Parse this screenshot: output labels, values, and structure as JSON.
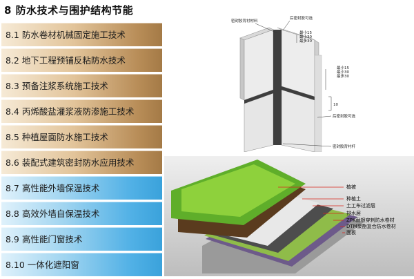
{
  "slide_title": "8 防水技术与围护结构节能",
  "menu": [
    {
      "label": "8.1 防水卷材机械固定施工技术",
      "tone": "gold"
    },
    {
      "label": "8.2 地下工程预铺反粘防水技术",
      "tone": "gold"
    },
    {
      "label": "8.3 预备注浆系统施工技术",
      "tone": "gold"
    },
    {
      "label": "8.4 丙烯酸盐灌浆液防渗施工技术",
      "tone": "gold"
    },
    {
      "label": "8.5 种植屋面防水施工技术",
      "tone": "gold"
    },
    {
      "label": "8.6 装配式建筑密封防水应用技术",
      "tone": "gold"
    },
    {
      "label": "8.7 高性能外墙保温技术",
      "tone": "blue"
    },
    {
      "label": "8.8 高效外墙自保温技术",
      "tone": "blue"
    },
    {
      "label": "8.9 高性能门窗技术",
      "tone": "blue"
    },
    {
      "label": "8.10 一体化遮阳窗",
      "tone": "blue"
    }
  ],
  "joint_diagram": {
    "label_sealant": "密封胶背衬材料",
    "label_back_top": "后密封胶可选",
    "label_back_mid": "后密封胶可选",
    "label_rod": "密封胶背衬杆",
    "dim_top_1": "最小15",
    "dim_top_2": "最小30",
    "dim_top_3": "最多30",
    "dim_side_1": "最小15",
    "dim_side_2": "最小30",
    "dim_side_3": "最多30",
    "dim_small": "10"
  },
  "roof_diagram": {
    "layers": [
      "植被",
      "种植土",
      "土工布过滤层",
      "排水层",
      "ZPK耐根穿刺防水卷材",
      "DTM聚酯复合防水卷材",
      "面板"
    ]
  }
}
